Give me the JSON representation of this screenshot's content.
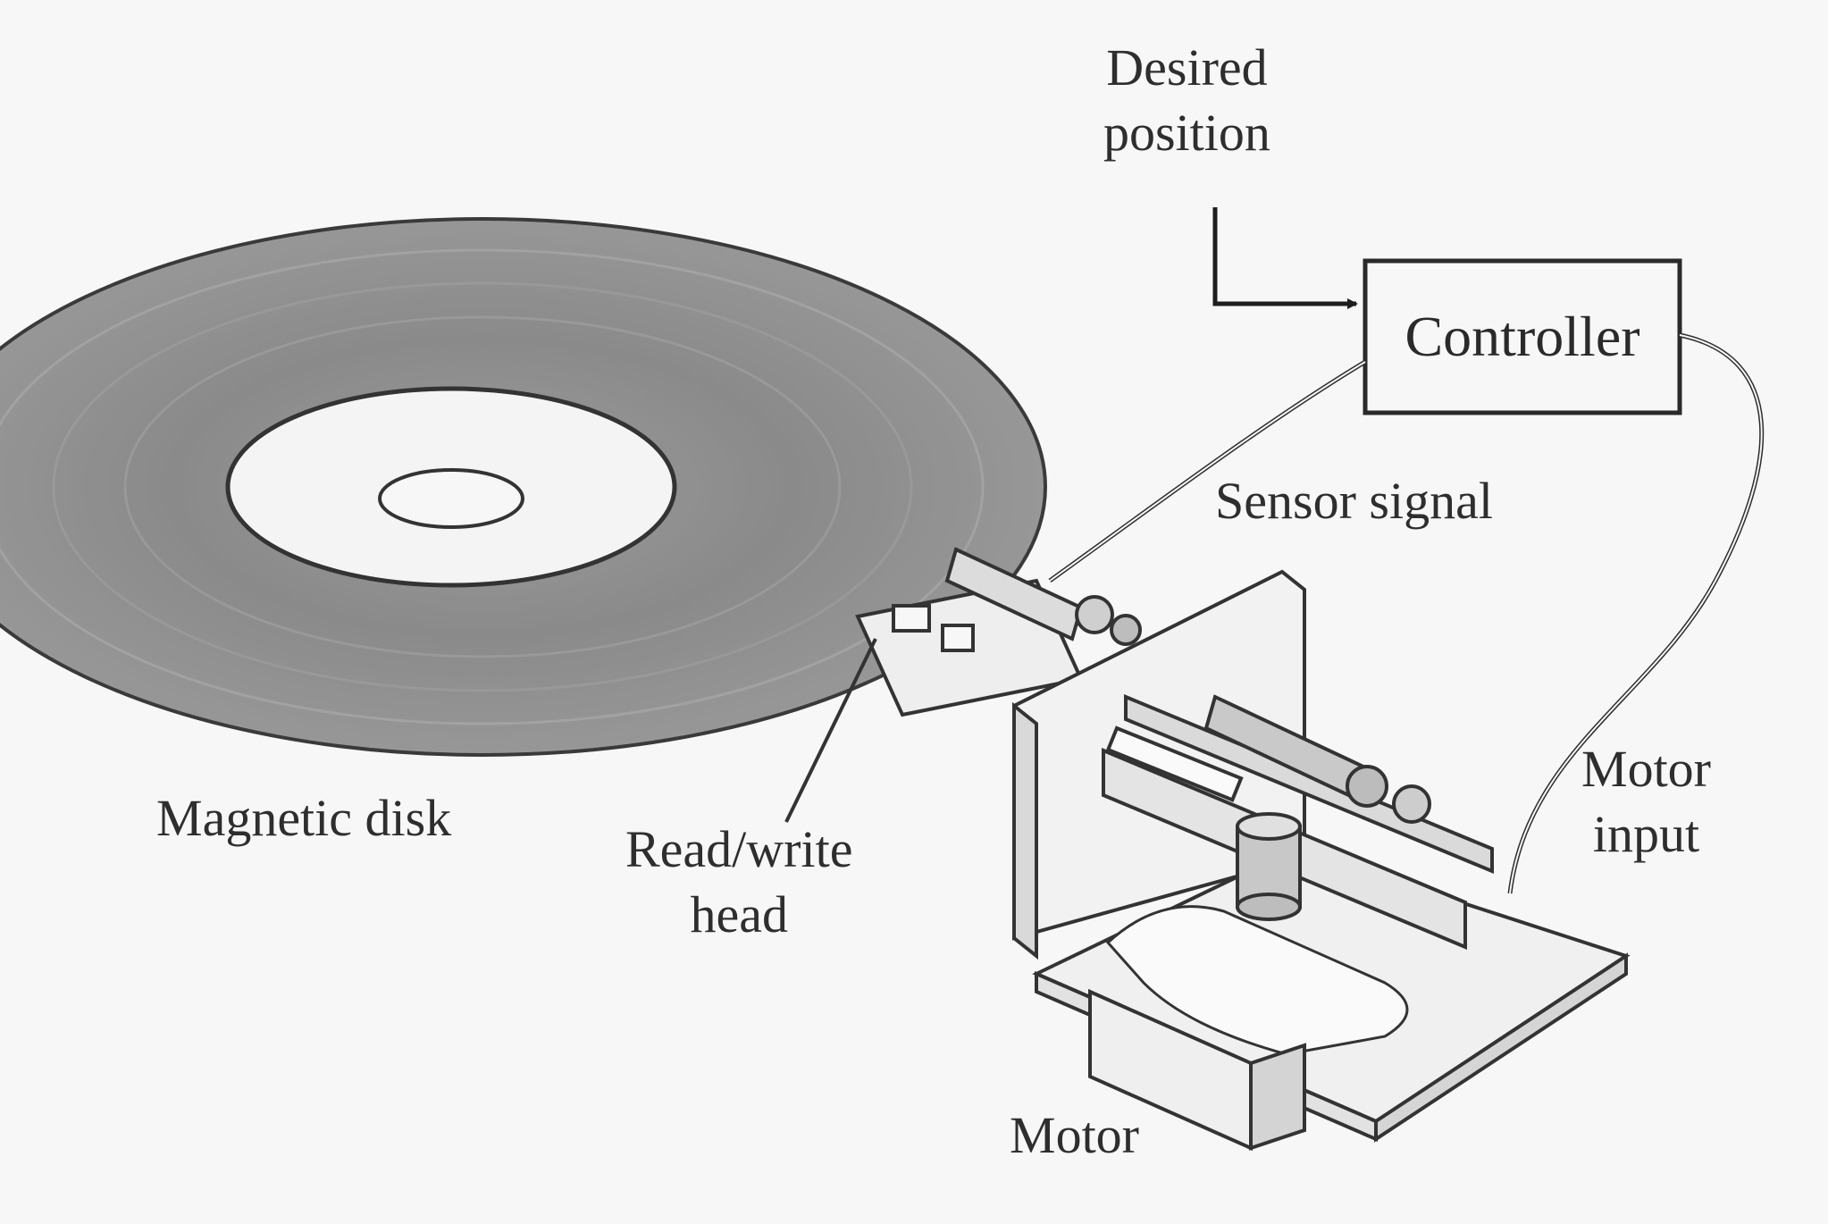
{
  "labels": {
    "desired_line1": "Desired",
    "desired_line2": "position",
    "controller": "Controller",
    "sensor_signal": "Sensor signal",
    "magnetic_disk": "Magnetic disk",
    "read_write_line1": "Read/write",
    "read_write_line2": "head",
    "motor_input_line1": "Motor",
    "motor_input_line2": "input",
    "motor": "Motor"
  },
  "colors": {
    "background": "#f7f7f7",
    "disk": "#8e8e8e",
    "line": "#2e2e2e"
  }
}
